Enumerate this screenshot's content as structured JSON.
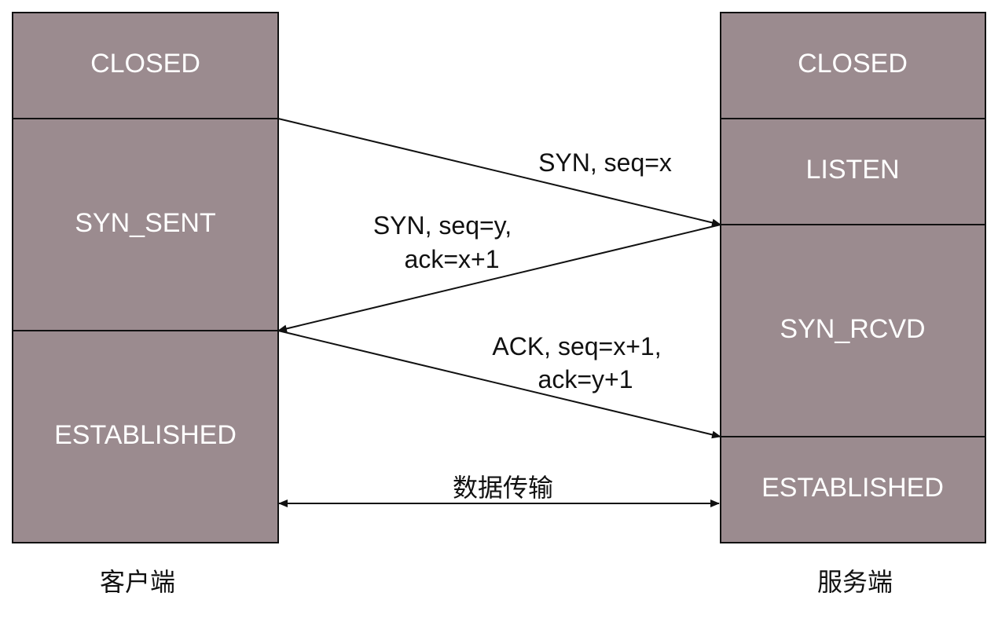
{
  "client": {
    "label": "客户端",
    "states": {
      "closed": "CLOSED",
      "syn_sent": "SYN_SENT",
      "established": "ESTABLISHED"
    }
  },
  "server": {
    "label": "服务端",
    "states": {
      "closed": "CLOSED",
      "listen": "LISTEN",
      "syn_rcvd": "SYN_RCVD",
      "established": "ESTABLISHED"
    }
  },
  "messages": {
    "syn": "SYN, seq=x",
    "syn_ack_line1": "SYN, seq=y,",
    "syn_ack_line2": "ack=x+1",
    "ack_line1": "ACK, seq=x+1,",
    "ack_line2": "ack=y+1",
    "data_transfer": "数据传输"
  }
}
